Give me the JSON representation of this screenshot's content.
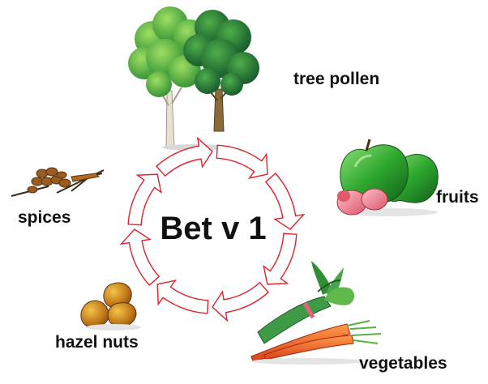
{
  "center": {
    "label": "Bet v 1"
  },
  "sources": {
    "tree": {
      "label": "tree pollen",
      "icon": "tree-icon"
    },
    "fruits": {
      "label": "fruits",
      "icon": "apple-icon"
    },
    "spices": {
      "label": "spices",
      "icon": "spices-icon"
    },
    "nuts": {
      "label": "hazel nuts",
      "icon": "hazelnut-icon"
    },
    "vegetables": {
      "label": "vegetables",
      "icon": "carrot-icon"
    }
  },
  "colors": {
    "ring": "#e0202a",
    "tree_light": "#3fa63a",
    "tree_dark": "#1e6b2a",
    "apple": "#2fa82f",
    "peach": "#e87a8a",
    "carrot": "#e8561e",
    "nut": "#c27a1a"
  }
}
